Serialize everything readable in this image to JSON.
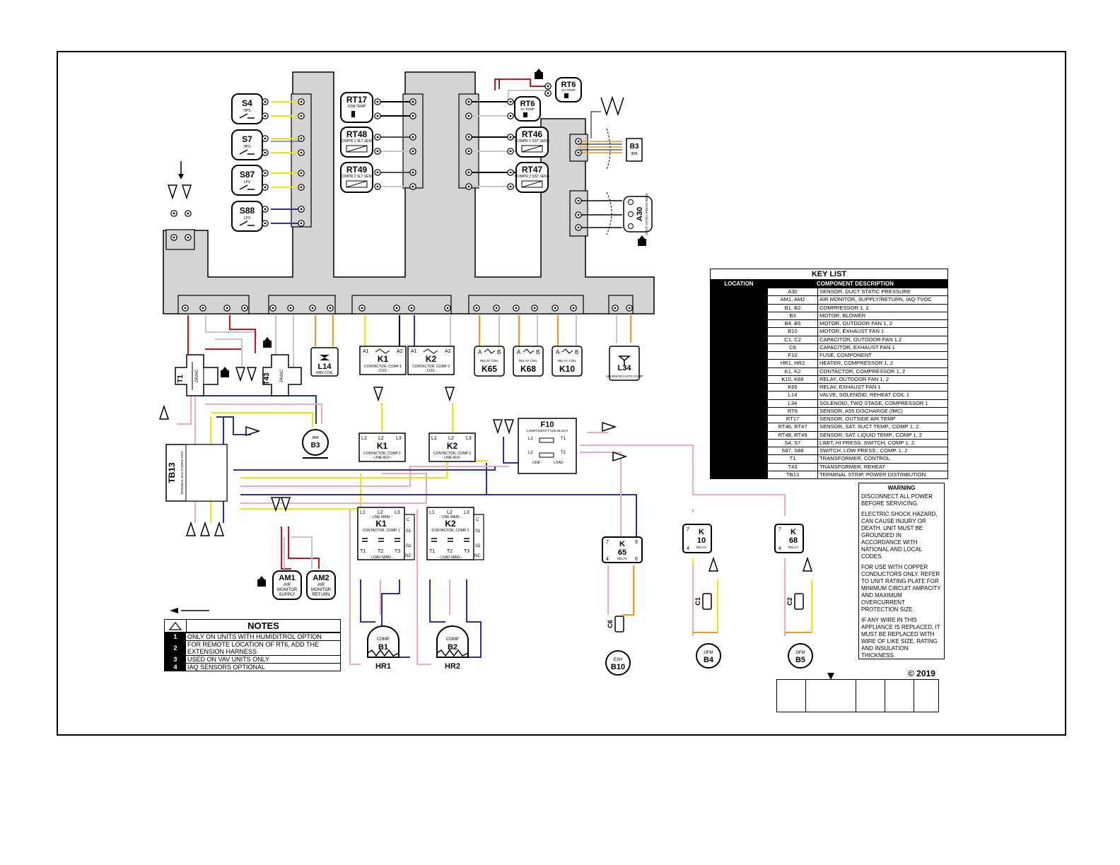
{
  "sensors_left": [
    {
      "tag": "S4",
      "sub": "HPS"
    },
    {
      "tag": "S7",
      "sub": "HPS"
    },
    {
      "tag": "S87",
      "sub": "LPS"
    },
    {
      "tag": "S88",
      "sub": "LPS"
    }
  ],
  "sensors_mid": [
    {
      "tag": "RT17",
      "sub": "ODA TEMP"
    },
    {
      "tag": "RT48",
      "sub": "COMPR 1 SLT SENS"
    },
    {
      "tag": "RT49",
      "sub": "COMPR 2 SLT SENS"
    }
  ],
  "sensors_right": [
    {
      "tag": "RT6",
      "sub": "SA TEMP"
    },
    {
      "tag": "RT46",
      "sub": "COMPR 1 SST SENS"
    },
    {
      "tag": "RT47",
      "sub": "COMPR 2 SST SENS"
    }
  ],
  "rt6_remote": {
    "tag": "RT6",
    "sub": "SA TEMP"
  },
  "b3_blower_top": {
    "tag": "B3",
    "sub": "IBM"
  },
  "a30": {
    "tag": "A30",
    "sub": "DUCT STATIC PRESS SENS"
  },
  "transformers": [
    {
      "tag": "T1",
      "sub": "24VAC"
    },
    {
      "tag": "T43",
      "sub": "24VAC"
    }
  ],
  "l14": {
    "tag": "L14",
    "sub": "RHV COIL"
  },
  "coils": [
    {
      "tag": "K1",
      "sub": "CONTACTOR, COMP 1",
      "coil": "- COIL -",
      "a1": "A1",
      "a2": "A2"
    },
    {
      "tag": "K2",
      "sub": "CONTACTOR, COMP 2",
      "coil": "- COIL -",
      "a1": "A1",
      "a2": "A2"
    }
  ],
  "relay_coils": [
    {
      "tag": "K65",
      "sub": "RELAY COIL",
      "a": "A",
      "b": "B"
    },
    {
      "tag": "K68",
      "sub": "RELAY COIL",
      "a": "A",
      "b": "B"
    },
    {
      "tag": "K10",
      "sub": "RELAY COIL",
      "a": "A",
      "b": "B"
    }
  ],
  "l34": {
    "tag": "L34",
    "sub": "SOLENOID 2-STG COMP"
  },
  "b3_blower": {
    "tag": "B3",
    "sub": "IBM"
  },
  "tb13": {
    "tag": "TB13",
    "sub": "TERMINAL BLK POWER DIST"
  },
  "aux": [
    {
      "tag": "K1",
      "sub": "CONTACTOR, COMP 1",
      "aux": "- LINE AUX -",
      "l1": "L1",
      "l2": "L2",
      "l3": "L3"
    },
    {
      "tag": "K2",
      "sub": "CONTACTOR, COMP 2",
      "aux": "- LINE AUX -",
      "l1": "L1",
      "l2": "L2",
      "l3": "L3"
    }
  ],
  "f10": {
    "tag": "F10",
    "sub": "COMPONENT FUSE BLOCK",
    "l1": "L1",
    "l2": "L2",
    "t1": "T1",
    "t2": "T2",
    "line": "LINE",
    "load": "LOAD"
  },
  "mains": [
    {
      "tag": "K1",
      "sub": "CONTACTOR, COMP 1",
      "top": "- LINE MAIN -",
      "bot": "- LOAD MAIN -",
      "l1": "L1",
      "l2": "L2",
      "l3": "L3",
      "t1": "T1",
      "t2": "T2",
      "t3": "T3",
      "c": "C",
      "s1": "S1",
      "s2": "S2",
      "nc": "NC"
    },
    {
      "tag": "K2",
      "sub": "CONTACTOR, COMP 2",
      "top": "- LINE MAIN -",
      "bot": "- LOAD MAIN -",
      "l1": "L1",
      "l2": "L2",
      "l3": "L3",
      "t1": "T1",
      "t2": "T2",
      "t3": "T3",
      "c": "C",
      "s1": "S1",
      "s2": "S2",
      "nc": "NC"
    }
  ],
  "air_monitors": [
    {
      "tag": "AM1",
      "sub1": "AIR",
      "sub2": "MONITOR",
      "sub3": "SUPPLY"
    },
    {
      "tag": "AM2",
      "sub1": "AIR",
      "sub2": "MONITOR",
      "sub3": "RETURN"
    }
  ],
  "compressors": [
    {
      "tag": "B1",
      "sub": "COMP",
      "heater": "HR1"
    },
    {
      "tag": "B2",
      "sub": "COMP",
      "heater": "HR2"
    }
  ],
  "relays": [
    {
      "tag": "K",
      "num": "65",
      "sub": "RELAY",
      "p1": "7",
      "p2": "4",
      "p3": "9",
      "p4": "6"
    },
    {
      "tag": "K",
      "num": "10",
      "sub": "RELAY",
      "p1": "7",
      "p2": "4"
    },
    {
      "tag": "K",
      "num": "68",
      "sub": "RELAY",
      "p1": "7",
      "p2": "4"
    }
  ],
  "fans": [
    {
      "tag": "B10",
      "sub": "EXH",
      "cap": "C6"
    },
    {
      "tag": "B4",
      "sub": "OFM",
      "cap": "C1"
    },
    {
      "tag": "B5",
      "sub": "OFM",
      "cap": "C2"
    }
  ],
  "key_list": {
    "title": "KEY LIST",
    "col_location": "LOCATION",
    "col_description": "COMPONENT DESCRIPTION",
    "rows": [
      {
        "code": "A30",
        "desc": "SENSOR, DUCT STATIC PRESSURE"
      },
      {
        "code": "AM1, AM2",
        "desc": "AIR MONITOR, SUPPLY/RETURN, IAQ-TVOC"
      },
      {
        "code": "B1, B2",
        "desc": "COMPRESSOR 1, 2"
      },
      {
        "code": "B3",
        "desc": "MOTOR, BLOWER"
      },
      {
        "code": "B4, B5",
        "desc": "MOTOR, OUTDOOR FAN 1, 2"
      },
      {
        "code": "B10",
        "desc": "MOTOR, EXHAUST FAN 1"
      },
      {
        "code": "C1, C2",
        "desc": "CAPACITOR, OUTDOOR FAN 1,2"
      },
      {
        "code": "C6",
        "desc": "CAPACITOR, EXHAUST FAN 1"
      },
      {
        "code": "F10",
        "desc": "FUSE, COMPONENT"
      },
      {
        "code": "HR1, HR2",
        "desc": "HEATER, COMPRESSOR 1, 2"
      },
      {
        "code": "K1, K2",
        "desc": "CONTACTOR, COMPRESSOR 1, 2"
      },
      {
        "code": "K10, K68",
        "desc": "RELAY, OUTDOOR FAN 1, 2"
      },
      {
        "code": "K65",
        "desc": "RELAY, EXHAUST FAN 1"
      },
      {
        "code": "L14",
        "desc": "VALVE, SOLENOID, REHEAT COIL 1"
      },
      {
        "code": "L34",
        "desc": "SOLENOID, TWO STAGE, COMPRESSOR 1"
      },
      {
        "code": "RT6",
        "desc": "SENSOR, A55 DISCHARGE (IMC)"
      },
      {
        "code": "RT17",
        "desc": "SENSOR, OUTSIDE AIR TEMP"
      },
      {
        "code": "RT46, RT47",
        "desc": "SENSOR, SAT. SUCT TEMP., COMP 1, 2"
      },
      {
        "code": "RT48, RT49",
        "desc": "SENSOR, SAT. LIQUID TEMP., COMP 1, 2"
      },
      {
        "code": "S4, S7",
        "desc": "LIMIT, HI PRESS. SWITCH, COMP 1, 2"
      },
      {
        "code": "S87, S88",
        "desc": "SWITCH, LOW PRESS., COMP. 1, 2"
      },
      {
        "code": "T1",
        "desc": "TRANSFORMER, CONTROL"
      },
      {
        "code": "T43",
        "desc": "TRANSFORMER, REHEAT"
      },
      {
        "code": "TB13",
        "desc": "TERMINAL STRIP, POWER DISTRIBUTION"
      }
    ]
  },
  "warning": {
    "title": "WARNING",
    "p1": "DISCONNECT ALL POWER BEFORE SERVICING.",
    "p2": "ELECTRIC SHOCK HAZARD, CAN CAUSE INJURY OR DEATH. UNIT MUST BE GROUNDED IN ACCORDANCE WITH NATIONAL AND LOCAL CODES.",
    "p3": "FOR USE WITH COPPER CONDUCTORS ONLY. REFER TO UNIT RATING PLATE FOR MINIMUM CIRCUIT AMPACITY AND MAXIMUM OVERCURRENT PROTECTION SIZE.",
    "p4": "IF ANY WIRE IN THIS APPLIANCE IS REPLACED, IT MUST BE REPLACED WITH WIRE OF LIKE SIZE, RATING AND INSULATION THICKNESS."
  },
  "notes": {
    "title": "NOTES",
    "rows": [
      {
        "n": "1",
        "text": "ONLY ON UNITS WITH HUMIDITROL OPTION"
      },
      {
        "n": "2",
        "text": "FOR REMOTE LOCATION OF RT6, ADD THE EXTENSION HARNESS"
      },
      {
        "n": "3",
        "text": "USED ON VAV UNITS ONLY"
      },
      {
        "n": "4",
        "text": "IAQ SENSORS OPTIONAL"
      }
    ]
  },
  "copyright": "© 2019",
  "wire_colors": {
    "red": "#c4161c",
    "yellow": "#f2e600",
    "blue": "#2e3192",
    "pink": "#f0a8c8",
    "orange": "#f7941d",
    "gray": "#bfc9c8",
    "black": "#000000",
    "panel": "#d4d4d4"
  }
}
